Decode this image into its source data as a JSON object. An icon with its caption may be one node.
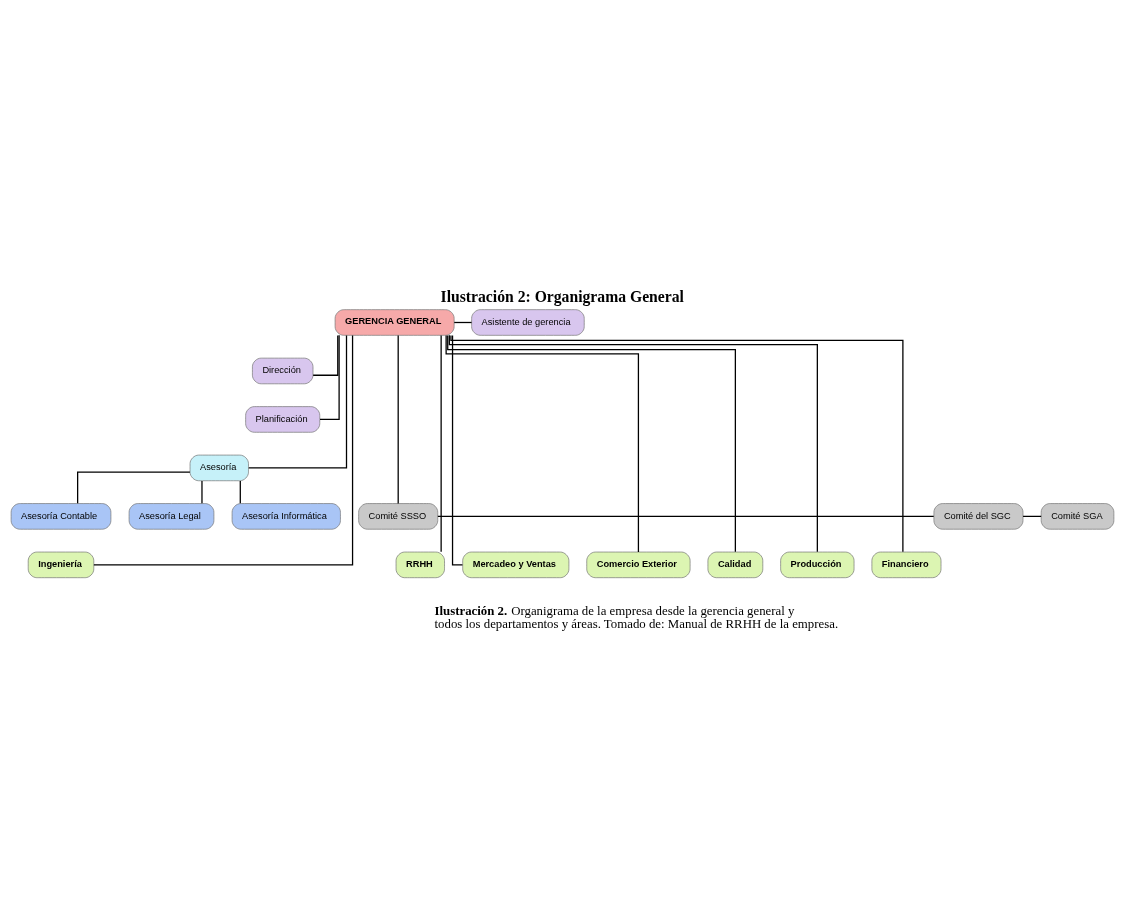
{
  "diagram": {
    "title": "Ilustración 2: Organigrama General",
    "caption": "**Ilustración 2.** Organigrama de la empresa desde la gerencia general y todos los departamentos y áreas. Tomado de: Manual de RRHH de la empresa.",
    "nodes": [
      {
        "text": [
          "GERENCIA GENERAL"
        ]
      },
      {
        "text": [
          "Asistente de gerencia"
        ]
      },
      {
        "text": [
          "Dirección"
        ]
      },
      {
        "text": [
          "Planificación"
        ]
      },
      {
        "text": [
          "Asesoría"
        ]
      },
      {
        "text": [
          "Asesoría Contable"
        ]
      },
      {
        "text": [
          "Asesoría Legal"
        ]
      },
      {
        "text": [
          "Asesoría Informática"
        ]
      },
      {
        "text": [
          "Comité SSSO"
        ]
      },
      {
        "text": [
          "Comité del SGC"
        ]
      },
      {
        "text": [
          "Comité SGA"
        ]
      },
      {
        "text": [
          "Ingeniería"
        ]
      },
      {
        "text": [
          "RRHH"
        ]
      },
      {
        "text": [
          "Mercadeo y Ventas"
        ]
      },
      {
        "text": [
          "Comercio Exterior"
        ]
      },
      {
        "text": [
          "Calidad"
        ]
      },
      {
        "text": [
          "Producción"
        ]
      },
      {
        "text": [
          "Financiero"
        ]
      }
    ],
    "edges": [
      {
        "from": 0,
        "to": 1,
        "arrow": "none"
      },
      {
        "from": 0,
        "to": 2,
        "arrow": "none"
      },
      {
        "from": 0,
        "to": 3,
        "arrow": "none"
      },
      {
        "from": 0,
        "to": 4,
        "arrow": "none"
      },
      {
        "from": 4,
        "to": 5,
        "arrow": "none"
      },
      {
        "from": 4,
        "to": 6,
        "arrow": "none"
      },
      {
        "from": 4,
        "to": 7,
        "arrow": "none"
      },
      {
        "from": 0,
        "to": 8,
        "arrow": "none"
      },
      {
        "from": 8,
        "to": 9,
        "arrow": "none"
      },
      {
        "from": 9,
        "to": 10,
        "arrow": "none"
      },
      {
        "from": 0,
        "to": 11,
        "arrow": "none"
      },
      {
        "from": 0,
        "to": 12,
        "arrow": "none"
      },
      {
        "from": 0,
        "to": 13,
        "arrow": "none"
      },
      {
        "from": 0,
        "to": 14,
        "arrow": "none"
      },
      {
        "from": 0,
        "to": 15,
        "arrow": "none"
      },
      {
        "from": 0,
        "to": 16,
        "arrow": "none"
      },
      {
        "from": 0,
        "to": 17,
        "arrow": "none"
      }
    ]
  }
}
